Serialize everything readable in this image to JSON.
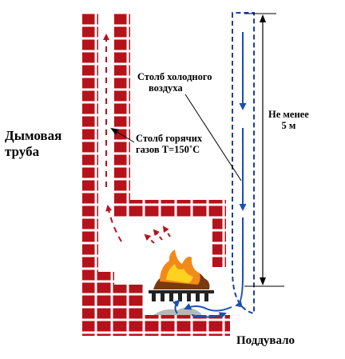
{
  "labels": {
    "chimney": [
      "Дымовая",
      "труба"
    ],
    "cold_air": [
      "Столб холодного",
      "воздуха"
    ],
    "hot_gas": [
      "Столб горячих",
      "газов Т=150˚С"
    ],
    "height": [
      "Не менее",
      "5 м"
    ],
    "ash_pit": "Поддувало"
  },
  "colors": {
    "brick": "#b5121b",
    "mortar": "#ffffff",
    "hot_arrow": "#b5121b",
    "cold_arrow": "#1a4fb5",
    "duct_outline": "#1a3f9e",
    "fire_yellow": "#ffd21f",
    "fire_orange": "#f28a1a",
    "coal": "#7a3a10",
    "ash": "#b8b8b8",
    "dimension_line": "#000000"
  },
  "icons": {
    "fire": "fire-icon",
    "grate": "grate-icon",
    "ash": "ash-pile-icon"
  }
}
